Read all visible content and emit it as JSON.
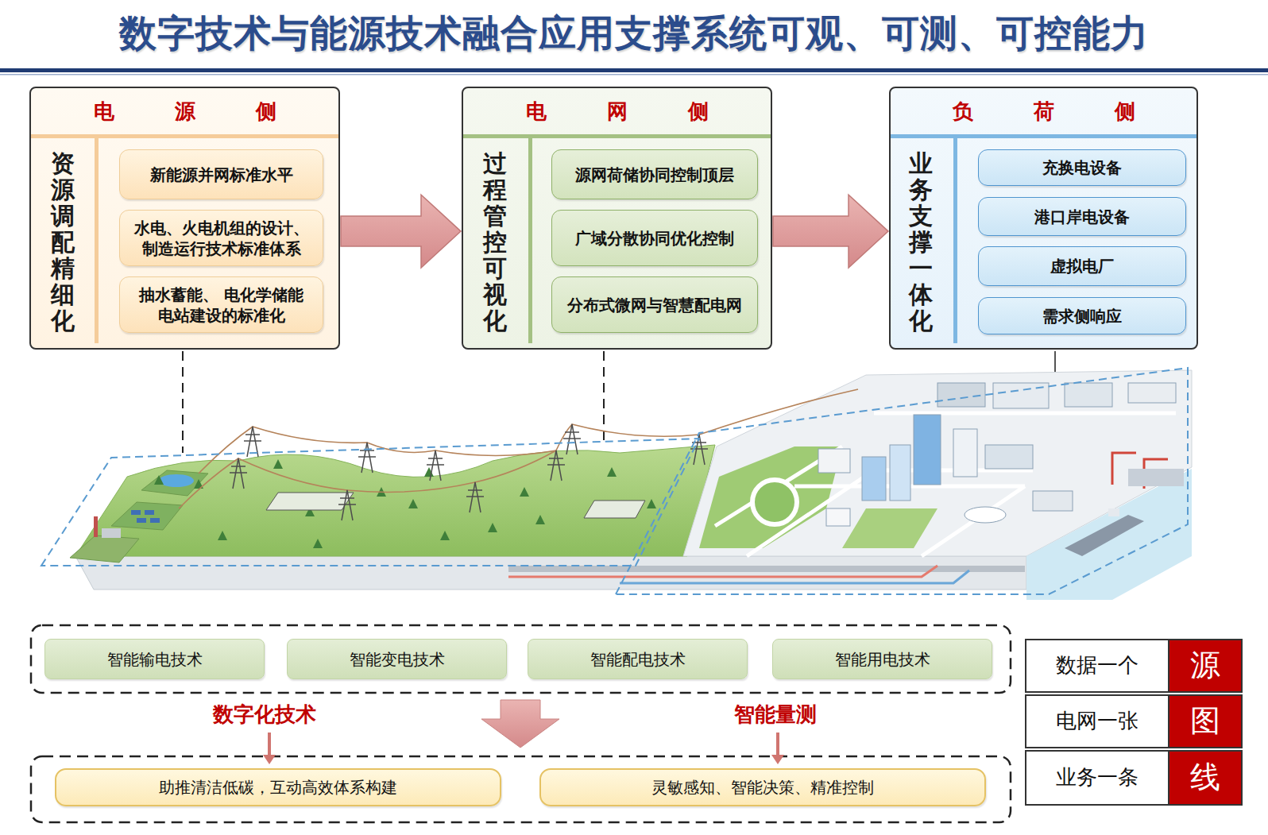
{
  "diagram": {
    "title": "数字技术与能源技术融合应用支撑系统可观、可测、可控能力",
    "nodes": [
      {
        "text": [
          "电源侧",
          "资源调配精细化"
        ]
      },
      {
        "text": [
          "新能源并网标准水平"
        ],
        "in": 0
      },
      {
        "text": [
          "水电、火电机组的设计、 制造运行技术标准体系"
        ],
        "in": 0
      },
      {
        "text": [
          "抽水蓄能、 电化学储能 电站建设的标准化"
        ],
        "in": 0
      },
      {
        "text": [
          "电网侧",
          "过程管控可视化"
        ]
      },
      {
        "text": [
          "源网荷储协同控制顶层"
        ],
        "in": 4
      },
      {
        "text": [
          "广域分散协同优化控制"
        ],
        "in": 4
      },
      {
        "text": [
          "分布式微网与智慧配电网"
        ],
        "in": 4
      },
      {
        "text": [
          "负荷侧",
          "业务支撑一体化"
        ]
      },
      {
        "text": [
          "充换电设备"
        ],
        "in": 8
      },
      {
        "text": [
          "港口岸电设备"
        ],
        "in": 8
      },
      {
        "text": [
          "虚拟电厂"
        ],
        "in": 8
      },
      {
        "text": [
          "需求侧响应"
        ],
        "in": 8
      },
      {
        "text": [
          "智能输电技术"
        ]
      },
      {
        "text": [
          "智能变电技术"
        ]
      },
      {
        "text": [
          "智能配电技术"
        ]
      },
      {
        "text": [
          "智能用电技术"
        ]
      },
      {
        "text": [
          "助推清洁低碳，互动高效体系构建"
        ]
      },
      {
        "text": [
          "灵敏感知、智能决策、精准控制"
        ]
      }
    ],
    "edges": [
      {
        "from": 0,
        "to": 4,
        "arrow": "to"
      },
      {
        "from": 4,
        "to": 8,
        "arrow": "to"
      }
    ],
    "labels": [
      "数字化技术",
      "智能量测",
      "数据一个",
      "源",
      "电网一张",
      "图",
      "业务一条",
      "线"
    ]
  }
}
